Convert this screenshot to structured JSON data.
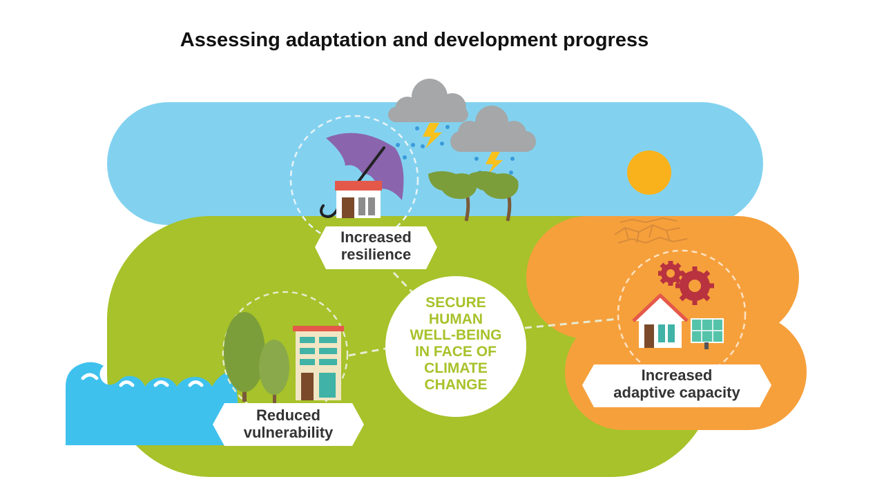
{
  "title": "Assessing adaptation and development progress",
  "center": [
    "SECURE",
    "HUMAN",
    "WELL-BEING",
    "IN FACE OF",
    "CLIMATE",
    "CHANGE"
  ],
  "labels": {
    "resilience": [
      "Increased",
      "resilience"
    ],
    "vulnerability": [
      "Reduced",
      "vulnerability"
    ],
    "capacity": [
      "Increased",
      "adaptive capacity"
    ]
  },
  "colors": {
    "sky": "#82d2ef",
    "grass": "#a7c22a",
    "desert": "#f6a03c",
    "wave": "#3fc1ee",
    "center_text": "#a7c22a",
    "sun": "#f9b21b",
    "cloud": "#a5a7a9",
    "umbrella": "#8a65ad",
    "tree": "#7c9e3a",
    "gear": "#b8323f"
  },
  "icons": [
    "storm-cloud-icon",
    "lightning-icon",
    "umbrella-icon",
    "house-icon",
    "sun-icon",
    "windblown-tree-icon",
    "cracked-earth-icon",
    "gear-icon",
    "solar-panel-icon",
    "wave-icon",
    "apartment-building-icon",
    "tree-icon"
  ]
}
